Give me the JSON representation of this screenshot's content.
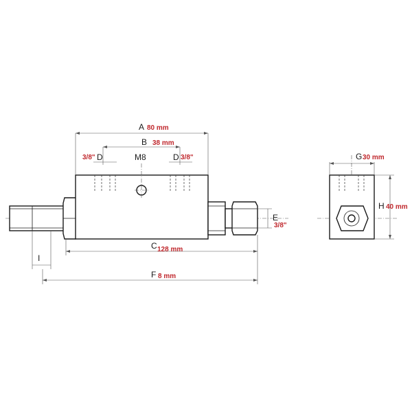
{
  "dimensions": {
    "a": {
      "letter": "A",
      "value": "80 mm"
    },
    "b": {
      "letter": "B",
      "value": "38 mm"
    },
    "c": {
      "letter": "C",
      "value": "128 mm"
    },
    "d_left": {
      "letter": "D",
      "value": "3/8\""
    },
    "d_right": {
      "letter": "D",
      "value": "3/8\""
    },
    "m8": {
      "letter": "M8"
    },
    "e": {
      "letter": "E",
      "value": "3/8\""
    },
    "f": {
      "letter": "F",
      "value": "8 mm"
    },
    "g": {
      "letter": "G",
      "value": "30 mm"
    },
    "h": {
      "letter": "H",
      "value": "40 mm"
    },
    "i": {
      "letter": "I"
    }
  },
  "colors": {
    "line": "#1a1a1a",
    "value_text": "#c0282d",
    "dimension_line": "#555555"
  }
}
